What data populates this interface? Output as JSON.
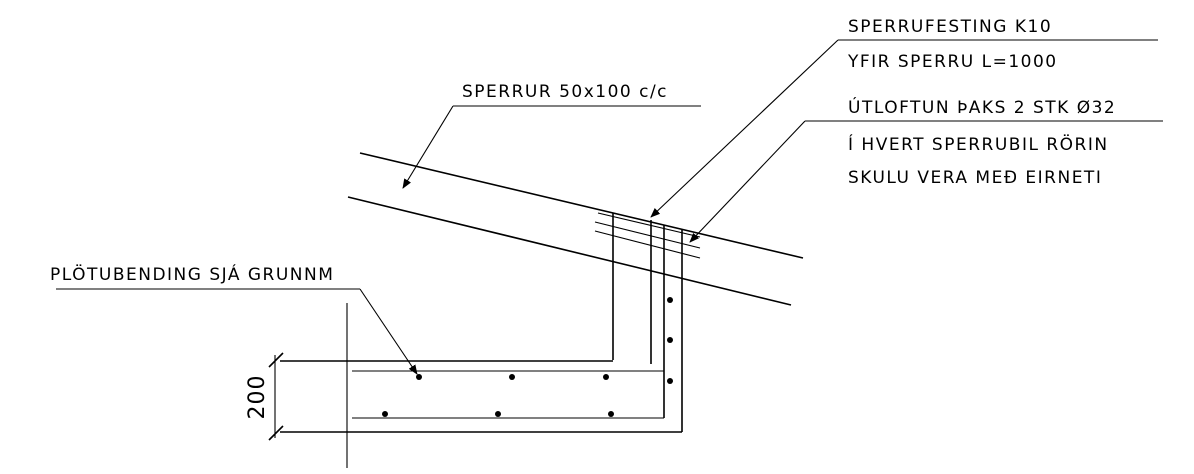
{
  "labels": {
    "sperrufesting_line1": "SPERRUFESTING K10",
    "sperrufesting_line2": "YFIR SPERRU L=1000",
    "sperrur": "SPERRUR 50x100 c/c",
    "utloftun_line1": "ÚTLOFTUN ÞAKS 2 STK Ø32",
    "utloftun_line2": "Í HVERT SPERRUBIL RÖRIN",
    "utloftun_line3": "SKULU VERA MEÐ EIRNETI",
    "plotubending": "PLÖTUBENDING SJÁ GRUNNM"
  },
  "dimension": {
    "slab_thickness": "200"
  }
}
